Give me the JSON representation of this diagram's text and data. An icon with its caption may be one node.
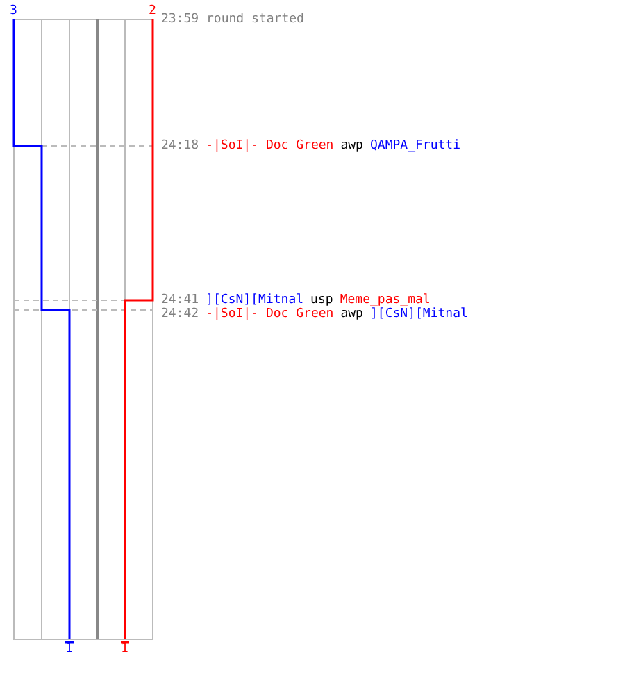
{
  "diagram": {
    "labels": [
      "3",
      "2",
      "23:59 round started",
      "24:18",
      "-|SoI|- Doc Green",
      "awp",
      "QAMPA_Frutti",
      "24:41",
      "][CsN][Mitnal",
      "usp",
      "Meme_pas_mal",
      "24:42",
      "-|SoI|- Doc Green",
      "awp",
      "][CsN][Mitnal",
      "1",
      "1"
    ]
  }
}
